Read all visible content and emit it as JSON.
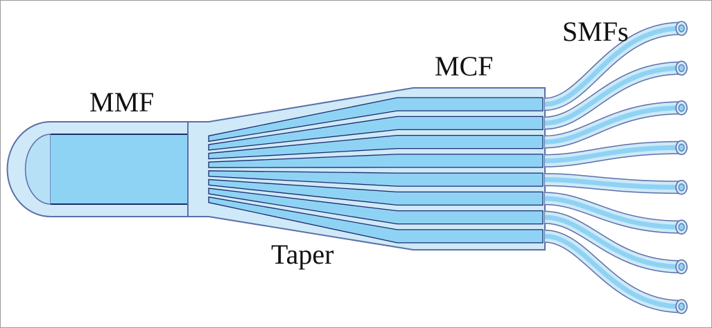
{
  "labels": {
    "mmf": "MMF",
    "taper": "Taper",
    "mcf": "MCF",
    "smfs": "SMFs"
  },
  "core_count": 8,
  "colors": {
    "cladding_fill": "#cfe9f8",
    "core_fill": "#8fd3f4",
    "outline": "#5b6fa8",
    "core_edge": "#1d2a6b",
    "label": "#111111"
  }
}
